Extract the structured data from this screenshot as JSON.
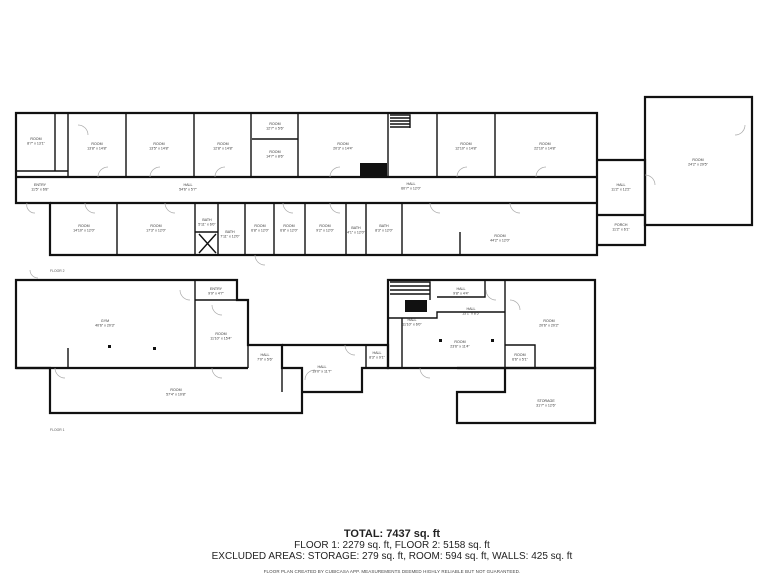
{
  "floor_labels": {
    "floor2": "FLOOR 2",
    "floor1": "FLOOR 1"
  },
  "floor2_rooms": [
    {
      "name": "ROOM",
      "dims": "8'7\" x 13'1\""
    },
    {
      "name": "ROOM",
      "dims": "13'8\" x 14'8\""
    },
    {
      "name": "ROOM",
      "dims": "13'5\" x 14'8\""
    },
    {
      "name": "ROOM",
      "dims": "12'8\" x 14'8\""
    },
    {
      "name": "ROOM",
      "dims": "12'7\" x 5'6\""
    },
    {
      "name": "ROOM",
      "dims": "14'7\" x 8'6\""
    },
    {
      "name": "ROOM",
      "dims": "20'3\" x 14'4\""
    },
    {
      "name": "ROOM",
      "dims": "12'10\" x 14'8\""
    },
    {
      "name": "ROOM",
      "dims": "22'10\" x 14'8\""
    },
    {
      "name": "ENTRY",
      "dims": "11'5\" x 6'8\""
    },
    {
      "name": "HALL",
      "dims": "54'6\" x 5'7\""
    },
    {
      "name": "HALL",
      "dims": "60'7\" x 12'0\""
    },
    {
      "name": "ROOM",
      "dims": "14'10\" x 12'0\""
    },
    {
      "name": "ROOM",
      "dims": "17'3\" x 12'0\""
    },
    {
      "name": "BATH",
      "dims": "5'11\" x 6'0\""
    },
    {
      "name": "BATH",
      "dims": "7'11\" x 12'0\""
    },
    {
      "name": "ROOM",
      "dims": "6'8\" x 12'0\""
    },
    {
      "name": "ROOM",
      "dims": "6'8\" x 12'0\""
    },
    {
      "name": "ROOM",
      "dims": "9'2\" x 12'0\""
    },
    {
      "name": "BATH",
      "dims": "4'1\" x 12'0\""
    },
    {
      "name": "BATH",
      "dims": "8'3\" x 12'0\""
    },
    {
      "name": "ROOM",
      "dims": "44'2\" x 12'0\""
    },
    {
      "name": "HALL",
      "dims": "11'2\" x 12'2\""
    },
    {
      "name": "PORCH",
      "dims": "11'2\" x 6'1\""
    },
    {
      "name": "ROOM",
      "dims": "24'2\" x 29'5\""
    }
  ],
  "floor1_rooms": [
    {
      "name": "GYM",
      "dims": "40'6\" x 20'3\""
    },
    {
      "name": "ENTRY",
      "dims": "9'9\" x 4'7\""
    },
    {
      "name": "ROOM",
      "dims": "11'10\" x 15'4\""
    },
    {
      "name": "ROOM",
      "dims": "57'4\" x 10'8\""
    },
    {
      "name": "HALL",
      "dims": "7'0\" x 5'6\""
    },
    {
      "name": "HALL",
      "dims": "19'0\" x 11'7\""
    },
    {
      "name": "HALL",
      "dims": "8'3\" x 9'1\""
    },
    {
      "name": "HALL",
      "dims": "9'8\" x 4'4\""
    },
    {
      "name": "HALL",
      "dims": "15'1\" x 8'5\""
    },
    {
      "name": "HALL",
      "dims": "11'10\" x 6'0\""
    },
    {
      "name": "ROOM",
      "dims": "23'6\" x 11'4\""
    },
    {
      "name": "ROOM",
      "dims": "20'6\" x 20'2\""
    },
    {
      "name": "ROOM",
      "dims": "6'6\" x 5'1\""
    },
    {
      "name": "STORAGE",
      "dims": "31'7\" x 12'6\""
    }
  ],
  "summary": {
    "total": "TOTAL: 7437 sq. ft",
    "floors": "FLOOR 1: 2279 sq. ft, FLOOR 2: 5158 sq. ft",
    "excluded": "EXCLUDED AREAS: STORAGE: 279 sq. ft, ROOM: 594 sq. ft, WALLS: 425 sq. ft",
    "credit": "FLOOR PLAN CREATED BY CUBICASA APP. MEASUREMENTS DEEMED HIGHLY RELIABLE BUT NOT GUARANTEED."
  }
}
